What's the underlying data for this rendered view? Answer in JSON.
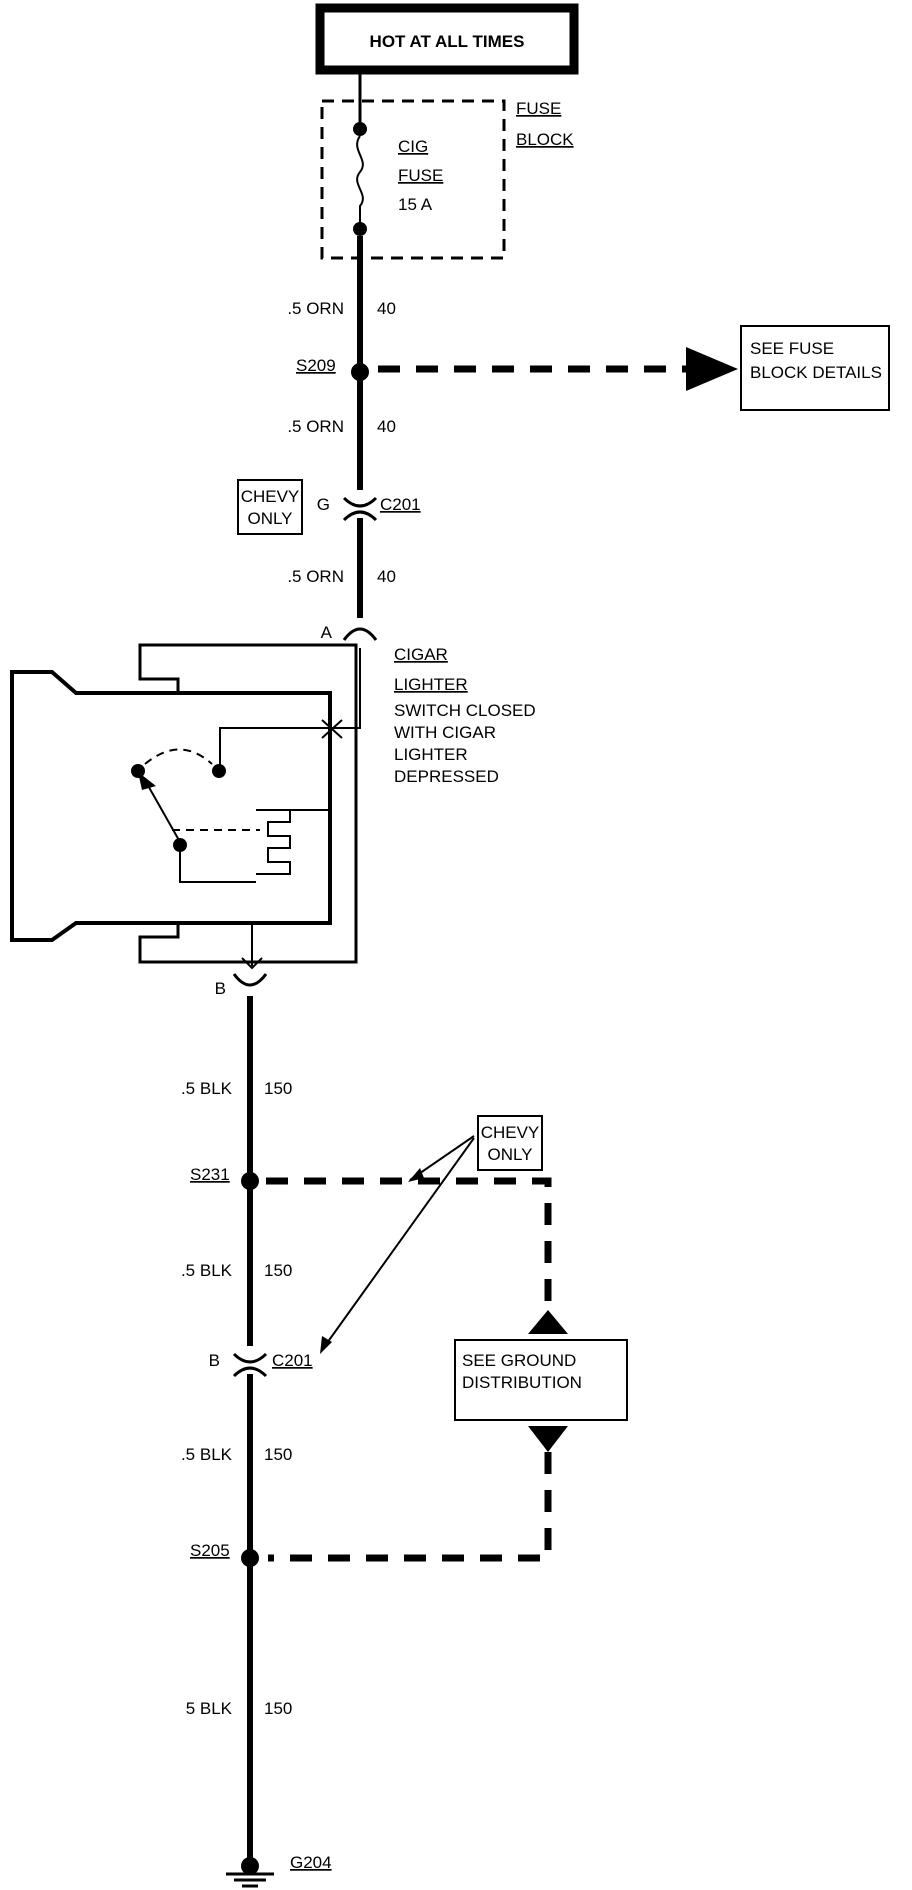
{
  "header": {
    "power_label": "HOT AT ALL TIMES"
  },
  "fuse_block": {
    "label_line1": "FUSE",
    "label_line2": "BLOCK",
    "fuse_name_line1": "CIG",
    "fuse_name_line2": "FUSE",
    "fuse_rating": "15 A"
  },
  "wires": {
    "w1": {
      "gauge_color": ".5 ORN",
      "circuit": "40"
    },
    "w2": {
      "gauge_color": ".5 ORN",
      "circuit": "40"
    },
    "w3": {
      "gauge_color": ".5 ORN",
      "circuit": "40"
    },
    "w4": {
      "gauge_color": ".5 BLK",
      "circuit": "150"
    },
    "w5": {
      "gauge_color": ".5 BLK",
      "circuit": "150"
    },
    "w6": {
      "gauge_color": ".5 BLK",
      "circuit": "150"
    },
    "w7": {
      "gauge_color": "5 BLK",
      "circuit": "150"
    }
  },
  "splices": {
    "s209": "S209",
    "s231": "S231",
    "s205": "S205"
  },
  "connectors": {
    "c201_top": {
      "name": "C201",
      "pin": "G"
    },
    "c201_bottom": {
      "name": "C201",
      "pin": "B"
    },
    "lighter_pin_a": "A",
    "lighter_pin_b": "B"
  },
  "notes": {
    "see_fuse_line1": "SEE FUSE",
    "see_fuse_line2": "BLOCK DETAILS",
    "chevy_top_line1": "CHEVY",
    "chevy_top_line2": "ONLY",
    "chevy_mid_line1": "CHEVY",
    "chevy_mid_line2": "ONLY",
    "see_ground_line1": "SEE GROUND",
    "see_ground_line2": "DISTRIBUTION"
  },
  "component": {
    "name_line1": "CIGAR",
    "name_line2": "LIGHTER",
    "desc_line1": "SWITCH CLOSED",
    "desc_line2": "WITH CIGAR",
    "desc_line3": "LIGHTER",
    "desc_line4": "DEPRESSED"
  },
  "ground": {
    "name": "G204"
  }
}
